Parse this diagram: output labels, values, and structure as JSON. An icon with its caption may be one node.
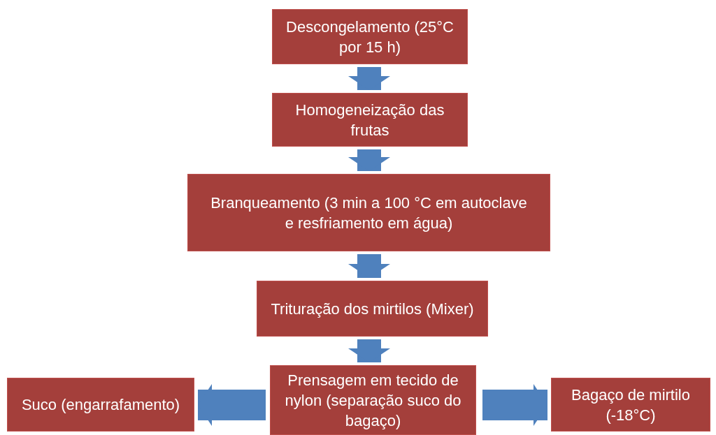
{
  "diagram": {
    "nodes": [
      {
        "text": [
          "Descongelamento (25°C por 15 h)"
        ]
      },
      {
        "text": [
          "Homogeneização das frutas"
        ]
      },
      {
        "text": [
          "Branqueamento (3 min a 100 °C em autoclave e resfriamento em água)"
        ]
      },
      {
        "text": [
          "Trituração dos mirtilos (Mixer)"
        ]
      },
      {
        "text": [
          "Prensagem em tecido de nylon (separação suco do bagaço)"
        ]
      },
      {
        "text": [
          "Suco (engarrafamento)"
        ]
      },
      {
        "text": [
          "Bagaço de mirtilo (-18°C)"
        ]
      }
    ],
    "edges": [
      {
        "from": 0,
        "to": 1,
        "arrow": "to"
      },
      {
        "from": 1,
        "to": 2,
        "arrow": "to"
      },
      {
        "from": 2,
        "to": 3,
        "arrow": "to"
      },
      {
        "from": 3,
        "to": 4,
        "arrow": "to"
      },
      {
        "from": 4,
        "to": 5,
        "arrow": "to"
      },
      {
        "from": 4,
        "to": 6,
        "arrow": "to"
      }
    ]
  }
}
